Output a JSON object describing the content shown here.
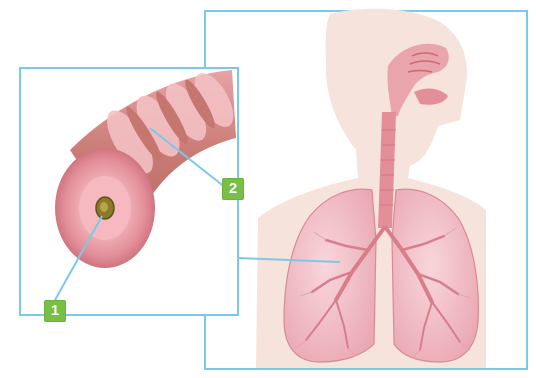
{
  "colors": {
    "frame": "#7cc8e8",
    "badge": "#78c043",
    "skin": "#f6e4dc",
    "tissue": "#e79aa3",
    "tissue_light": "#f6c7cc",
    "tissue_dark": "#c9696f",
    "lung": "#f3c2ca",
    "lung_stroke": "#d98a95"
  },
  "callouts": [
    {
      "label": "1",
      "target": "airway-lumen"
    },
    {
      "label": "2",
      "target": "airway-wall"
    }
  ]
}
